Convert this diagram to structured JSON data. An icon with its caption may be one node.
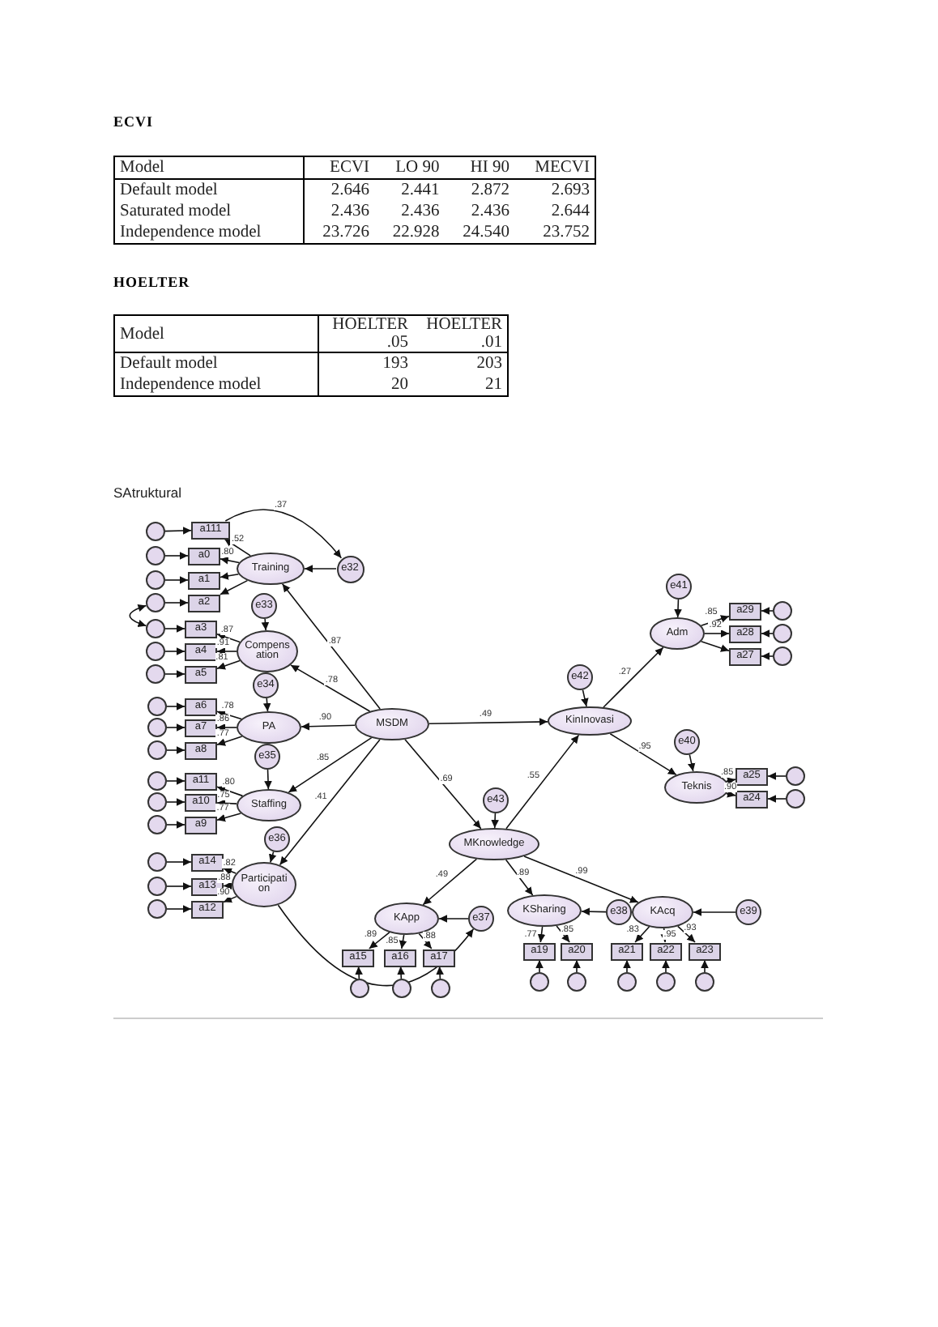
{
  "diagram": {
    "nodes": [
      {
        "text": [],
        "shape": "circle"
      },
      {
        "text": [
          "a111"
        ]
      },
      {
        "text": [],
        "shape": "circle"
      },
      {
        "text": [
          "a0"
        ]
      },
      {
        "text": [
          "Training"
        ]
      },
      {
        "text": [
          "e32"
        ]
      },
      {
        "text": [],
        "shape": "circle"
      },
      {
        "text": [
          "a1"
        ]
      },
      {
        "text": [],
        "shape": "circle"
      },
      {
        "text": [
          "a2"
        ]
      },
      {
        "text": [
          "e33"
        ]
      },
      {
        "text": [],
        "shape": "circle"
      },
      {
        "text": [
          "a3"
        ]
      },
      {
        "text": [
          "Compensation"
        ]
      },
      {
        "text": [],
        "shape": "circle"
      },
      {
        "text": [
          "a4"
        ]
      },
      {
        "text": [],
        "shape": "circle"
      },
      {
        "text": [
          "a5"
        ]
      },
      {
        "text": [
          "e34"
        ]
      },
      {
        "text": [],
        "shape": "circle"
      },
      {
        "text": [
          "a6"
        ]
      },
      {
        "text": [
          "PA"
        ]
      },
      {
        "text": [
          "MSDM"
        ]
      },
      {
        "text": [],
        "shape": "circle"
      },
      {
        "text": [
          "a7"
        ]
      },
      {
        "text": [],
        "shape": "circle"
      },
      {
        "text": [
          "a8"
        ]
      },
      {
        "text": [
          "e35"
        ]
      },
      {
        "text": [],
        "shape": "circle"
      },
      {
        "text": [
          "a11"
        ]
      },
      {
        "text": [
          "Staffing"
        ]
      },
      {
        "text": [],
        "shape": "circle"
      },
      {
        "text": [
          "a10"
        ]
      },
      {
        "text": [],
        "shape": "circle"
      },
      {
        "text": [
          "a9"
        ]
      },
      {
        "text": [
          "e36"
        ]
      },
      {
        "text": [],
        "shape": "circle"
      },
      {
        "text": [
          "a14"
        ]
      },
      {
        "text": [
          "Participation"
        ]
      },
      {
        "text": [],
        "shape": "circle"
      },
      {
        "text": [
          "a13"
        ]
      },
      {
        "text": [],
        "shape": "circle"
      },
      {
        "text": [
          "a12"
        ]
      },
      {
        "text": [
          "e41"
        ]
      },
      {
        "text": [
          "a29"
        ]
      },
      {
        "text": [],
        "shape": "circle"
      },
      {
        "text": [
          "Adm"
        ]
      },
      {
        "text": [
          "a28"
        ]
      },
      {
        "text": [],
        "shape": "circle"
      },
      {
        "text": [
          "a27"
        ]
      },
      {
        "text": [],
        "shape": "circle"
      },
      {
        "text": [
          "e42"
        ]
      },
      {
        "text": [
          "KinInovasi"
        ]
      },
      {
        "text": [
          "e40"
        ]
      },
      {
        "text": [
          "a25"
        ]
      },
      {
        "text": [],
        "shape": "circle"
      },
      {
        "text": [
          "Teknis"
        ]
      },
      {
        "text": [
          "a24"
        ]
      },
      {
        "text": [],
        "shape": "circle"
      },
      {
        "text": [
          "e43"
        ]
      },
      {
        "text": [
          "MKnowledge"
        ]
      },
      {
        "text": [
          "KApp"
        ]
      },
      {
        "text": [
          "e37"
        ]
      },
      {
        "text": [
          "KSharing"
        ]
      },
      {
        "text": [
          "e38"
        ]
      },
      {
        "text": [
          "KAcq"
        ]
      },
      {
        "text": [
          "e39"
        ]
      },
      {
        "text": [
          "a19"
        ]
      },
      {
        "text": [
          "a20"
        ]
      },
      {
        "text": [
          "a21"
        ]
      },
      {
        "text": [
          "a22"
        ]
      },
      {
        "text": [
          "a23"
        ]
      },
      {
        "text": [
          "a15"
        ]
      },
      {
        "text": [
          "a16"
        ]
      },
      {
        "text": [
          "a17"
        ]
      },
      {
        "text": [],
        "shape": "circle"
      },
      {
        "text": [],
        "shape": "circle"
      },
      {
        "text": [],
        "shape": "circle"
      },
      {
        "text": [],
        "shape": "circle"
      },
      {
        "text": [],
        "shape": "circle"
      },
      {
        "text": [],
        "shape": "circle"
      },
      {
        "text": [],
        "shape": "circle"
      },
      {
        "text": [],
        "shape": "circle"
      }
    ],
    "edges": [
      {
        "from": 0,
        "to": 1,
        "arrow": "to"
      },
      {
        "from": 2,
        "to": 3,
        "arrow": "to"
      },
      {
        "from": 6,
        "to": 7,
        "arrow": "to"
      },
      {
        "from": 8,
        "to": 9,
        "arrow": "to"
      },
      {
        "from": 11,
        "to": 12,
        "arrow": "to"
      },
      {
        "from": 14,
        "to": 15,
        "arrow": "to"
      },
      {
        "from": 16,
        "to": 17,
        "arrow": "to"
      },
      {
        "from": 19,
        "to": 20,
        "arrow": "to"
      },
      {
        "from": 23,
        "to": 24,
        "arrow": "to"
      },
      {
        "from": 25,
        "to": 26,
        "arrow": "to"
      },
      {
        "from": 28,
        "to": 29,
        "arrow": "to"
      },
      {
        "from": 31,
        "to": 32,
        "arrow": "to"
      },
      {
        "from": 33,
        "to": 34,
        "arrow": "to"
      },
      {
        "from": 36,
        "to": 37,
        "arrow": "to"
      },
      {
        "from": 39,
        "to": 40,
        "arrow": "to"
      },
      {
        "from": 41,
        "to": 42,
        "arrow": "to"
      },
      {
        "from": 45,
        "to": 44,
        "arrow": "to"
      },
      {
        "from": 48,
        "to": 47,
        "arrow": "to"
      },
      {
        "from": 50,
        "to": 49,
        "arrow": "to"
      },
      {
        "from": 55,
        "to": 54,
        "arrow": "to"
      },
      {
        "from": 58,
        "to": 57,
        "arrow": "to"
      },
      {
        "from": 75,
        "to": 67,
        "arrow": "to"
      },
      {
        "from": 76,
        "to": 68,
        "arrow": "to"
      },
      {
        "from": 77,
        "to": 69,
        "arrow": "to"
      },
      {
        "from": 78,
        "to": 70,
        "arrow": "to"
      },
      {
        "from": 79,
        "to": 71,
        "arrow": "to"
      },
      {
        "from": 80,
        "to": 72,
        "arrow": "to"
      },
      {
        "from": 81,
        "to": 73,
        "arrow": "to"
      },
      {
        "from": 82,
        "to": 74,
        "arrow": "to"
      },
      {
        "from": 5,
        "to": 4,
        "arrow": "to"
      },
      {
        "from": 10,
        "to": 13,
        "arrow": "to"
      },
      {
        "from": 18,
        "to": 21,
        "arrow": "to"
      },
      {
        "from": 27,
        "to": 30,
        "arrow": "to"
      },
      {
        "from": 35,
        "to": 38,
        "arrow": "to"
      },
      {
        "from": 43,
        "to": 46,
        "arrow": "to"
      },
      {
        "from": 51,
        "to": 52,
        "arrow": "to"
      },
      {
        "from": 53,
        "to": 56,
        "arrow": "to"
      },
      {
        "from": 59,
        "to": 60,
        "arrow": "to"
      },
      {
        "from": 62,
        "to": 61,
        "arrow": "to"
      },
      {
        "from": 64,
        "to": 63,
        "arrow": "to"
      },
      {
        "from": 66,
        "to": 65,
        "arrow": "to"
      },
      {
        "from": 4,
        "to": 1,
        "arrow": "to",
        "label": ".52"
      },
      {
        "from": 4,
        "to": 3,
        "arrow": "to",
        "label": ".80"
      },
      {
        "from": 4,
        "to": 7,
        "arrow": "to"
      },
      {
        "from": 4,
        "to": 9,
        "arrow": "to"
      },
      {
        "from": 13,
        "to": 12,
        "arrow": "to",
        "label": ".87"
      },
      {
        "from": 13,
        "to": 15,
        "arrow": "to",
        "label": ".91"
      },
      {
        "from": 13,
        "to": 17,
        "arrow": "to",
        "label": ".81"
      },
      {
        "from": 21,
        "to": 20,
        "arrow": "to",
        "label": ".78"
      },
      {
        "from": 21,
        "to": 24,
        "arrow": "to",
        "label": ".86"
      },
      {
        "from": 21,
        "to": 26,
        "arrow": "to",
        "label": ".77"
      },
      {
        "from": 30,
        "to": 29,
        "arrow": "to",
        "label": ".80"
      },
      {
        "from": 30,
        "to": 32,
        "arrow": "to",
        "label": ".75"
      },
      {
        "from": 30,
        "to": 34,
        "arrow": "to",
        "label": ".77"
      },
      {
        "from": 38,
        "to": 37,
        "arrow": "to",
        "label": ".82"
      },
      {
        "from": 38,
        "to": 40,
        "arrow": "to",
        "label": ".88"
      },
      {
        "from": 38,
        "to": 42,
        "arrow": "to",
        "label": ".90"
      },
      {
        "from": 46,
        "to": 44,
        "arrow": "to",
        "label": ".85"
      },
      {
        "from": 46,
        "to": 47,
        "arrow": "to",
        "label": ".92"
      },
      {
        "from": 46,
        "to": 49,
        "arrow": "to"
      },
      {
        "from": 56,
        "to": 54,
        "arrow": "to",
        "label": ".85"
      },
      {
        "from": 56,
        "to": 57,
        "arrow": "to",
        "label": ".90"
      },
      {
        "from": 61,
        "to": 72,
        "arrow": "to",
        "label": ".89"
      },
      {
        "from": 61,
        "to": 73,
        "arrow": "to",
        "label": ".85"
      },
      {
        "from": 61,
        "to": 74,
        "arrow": "to",
        "label": ".88"
      },
      {
        "from": 63,
        "to": 67,
        "arrow": "to",
        "label": ".77"
      },
      {
        "from": 63,
        "to": 68,
        "arrow": "to",
        "label": ".85"
      },
      {
        "from": 65,
        "to": 69,
        "arrow": "to",
        "label": ".83"
      },
      {
        "from": 65,
        "to": 70,
        "arrow": "to",
        "label": ".95"
      },
      {
        "from": 65,
        "to": 71,
        "arrow": "to",
        "label": ".93"
      },
      {
        "from": 22,
        "to": 4,
        "arrow": "to",
        "label": ".87"
      },
      {
        "from": 22,
        "to": 13,
        "arrow": "to",
        "label": ".78"
      },
      {
        "from": 22,
        "to": 21,
        "arrow": "to",
        "label": ".90"
      },
      {
        "from": 22,
        "to": 30,
        "arrow": "to",
        "label": ".85"
      },
      {
        "from": 22,
        "to": 38,
        "arrow": "to",
        "label": ".41"
      },
      {
        "from": 22,
        "to": 52,
        "arrow": "to",
        "label": ".49"
      },
      {
        "from": 22,
        "to": 60,
        "arrow": "to",
        "label": ".69"
      },
      {
        "from": 60,
        "to": 52,
        "arrow": "to",
        "label": ".55"
      },
      {
        "from": 60,
        "to": 61,
        "arrow": "to",
        "label": ".49"
      },
      {
        "from": 60,
        "to": 63,
        "arrow": "to",
        "label": ".89"
      },
      {
        "from": 60,
        "to": 65,
        "arrow": "to",
        "label": ".99"
      },
      {
        "from": 52,
        "to": 46,
        "arrow": "to",
        "label": ".27"
      },
      {
        "from": 52,
        "to": 56,
        "arrow": "to",
        "label": ".95"
      },
      {
        "from": 1,
        "to": 5,
        "arrow": "to",
        "label": ".37"
      },
      {
        "from": 38,
        "to": 62,
        "arrow": "to"
      },
      {
        "from": 8,
        "to": 11,
        "arrow": "both"
      }
    ],
    "labels": [
      "ECVI",
      "Model",
      "ECVI",
      "LO 90",
      "HI 90",
      "MECVI",
      "Default model",
      "2.646",
      "2.441",
      "2.872",
      "2.693",
      "Saturated model",
      "2.436",
      "2.436",
      "2.436",
      "2.644",
      "Independence model",
      "23.726",
      "22.928",
      "24.540",
      "23.752",
      "HOELTER",
      "Model",
      "HOELTER .05",
      "HOELTER .01",
      "Default model",
      "193",
      "203",
      "Independence model",
      "20",
      "21",
      "SAtruktural"
    ]
  }
}
